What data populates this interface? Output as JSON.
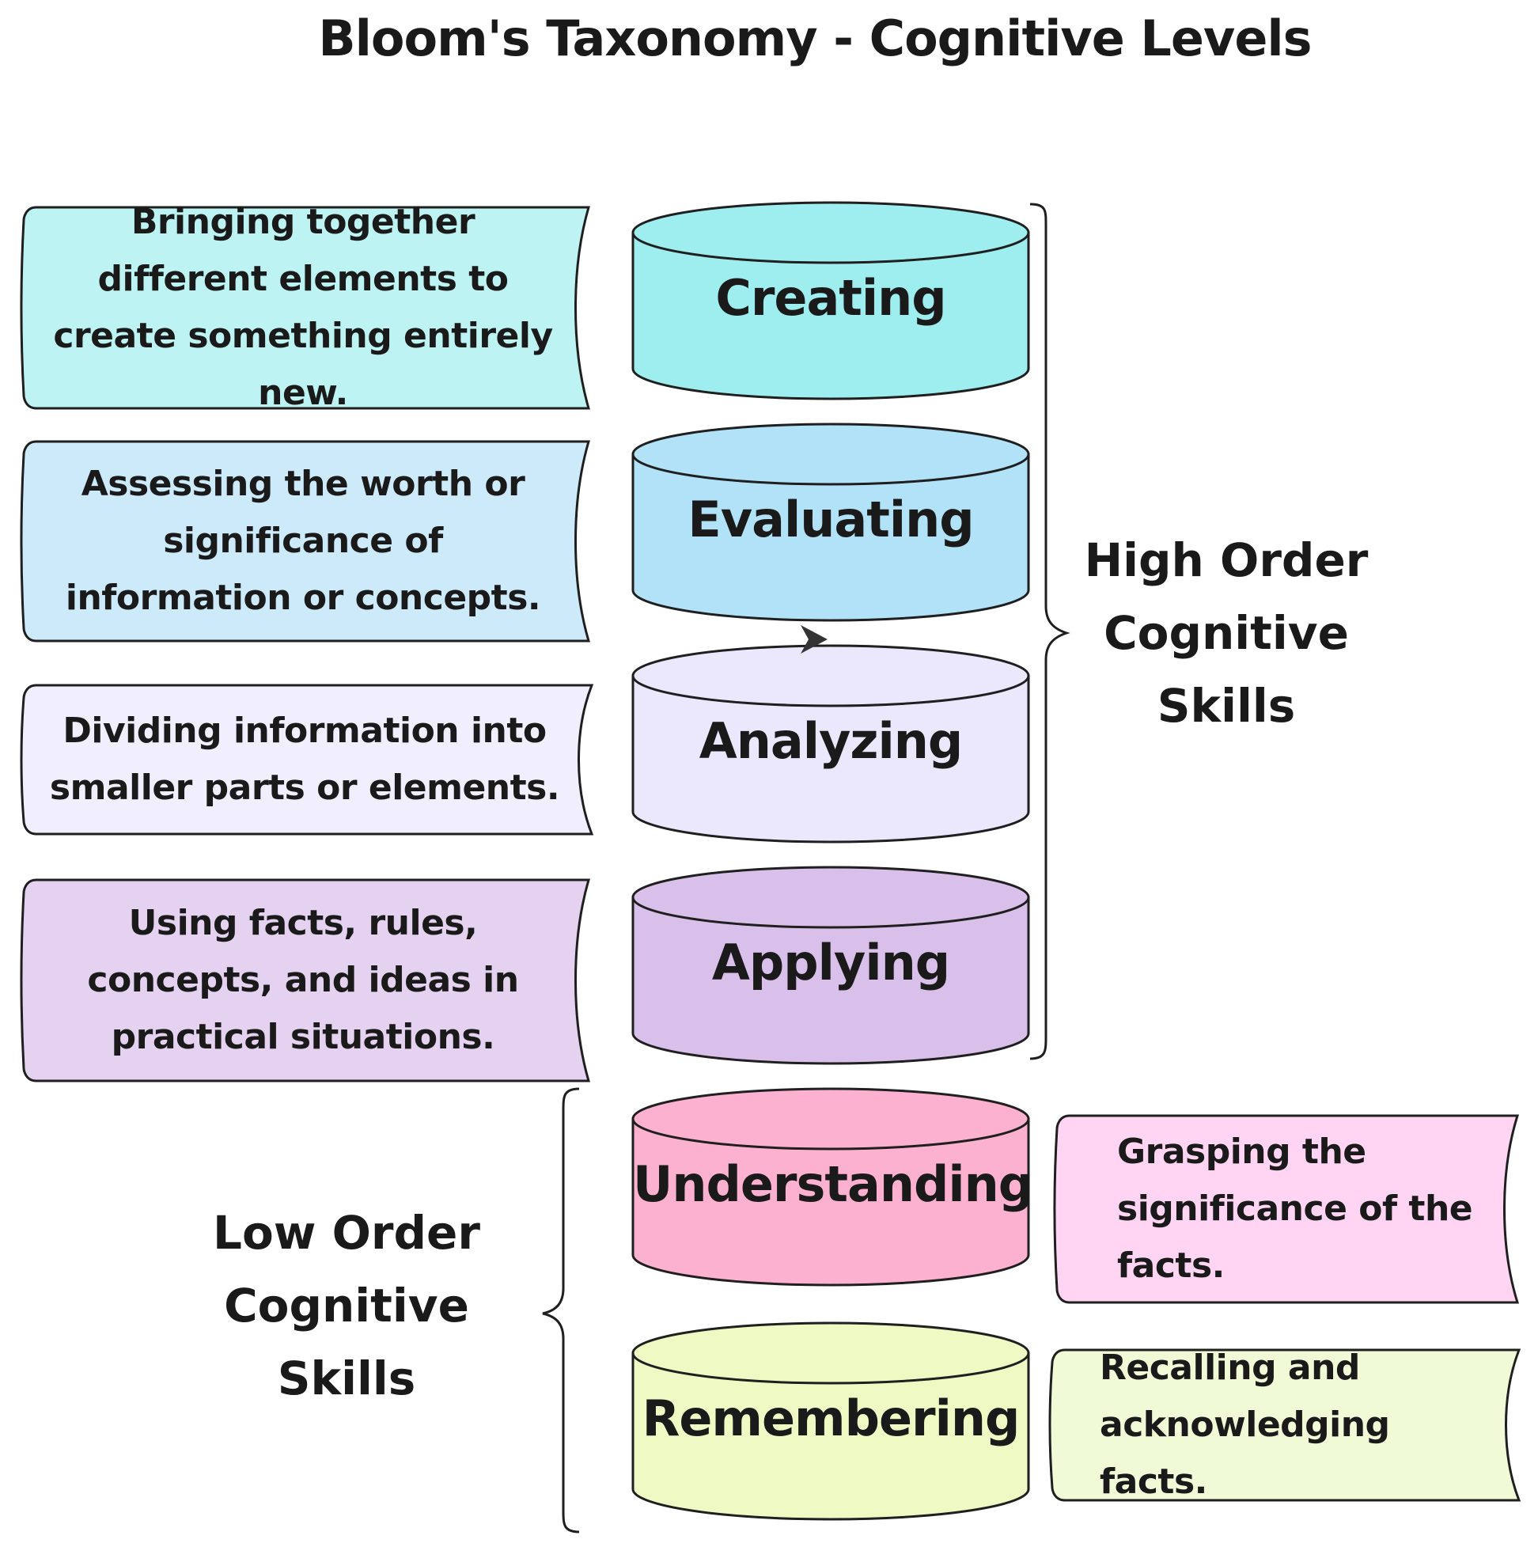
{
  "title": "Bloom's Taxonomy - Cognitive Levels",
  "levels": [
    {
      "name": "Creating",
      "description": "Bringing together different elements to create something entirely new.",
      "fill": "#9eeef0",
      "desc_fill": "#bdf4f3"
    },
    {
      "name": "Evaluating",
      "description": "Assessing the worth or significance of information or concepts.",
      "fill": "#b1e2f8",
      "desc_fill": "#cdeafb"
    },
    {
      "name": "Analyzing",
      "description": "Dividing information into smaller parts or elements.",
      "fill": "#ebe8fd",
      "desc_fill": "#f1eefd"
    },
    {
      "name": "Applying",
      "description": "Using facts, rules, concepts, and ideas in practical situations.",
      "fill": "#d9c0ea",
      "desc_fill": "#e4d2f0"
    },
    {
      "name": "Understanding",
      "description": "Grasping the significance of the facts.",
      "fill": "#fdb1d0",
      "desc_fill": "#ffd5f3"
    },
    {
      "name": "Remembering",
      "description": "Recalling and acknowledging facts.",
      "fill": "#eef9c4",
      "desc_fill": "#f1fad7"
    }
  ],
  "groups": {
    "high": "High Order\nCognitive\nSkills",
    "low": "Low Order\nCognitive\nSkills"
  },
  "colors": {
    "stroke": "#1f1f1f",
    "text": "#1a1a1a"
  }
}
